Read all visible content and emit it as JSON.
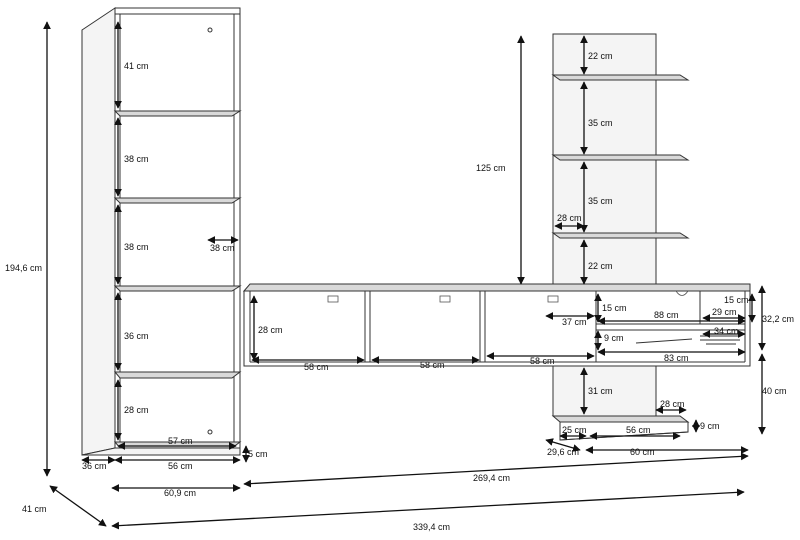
{
  "labels": {
    "h_41": "41 cm",
    "h_38a": "38 cm",
    "h_38b": "38 cm",
    "h_36": "36 cm",
    "h_28": "28 cm",
    "w_38": "38 cm",
    "w_57": "57 cm",
    "w_56_tall": "56 cm",
    "d_36": "36 cm",
    "h_5": "5 cm",
    "h_194": "194,6 cm",
    "w_60_9": "60,9 cm",
    "d_41": "41 cm",
    "w_339": "339,4 cm",
    "w_269": "269,4 cm",
    "h_125": "125 cm",
    "h_22a": "22 cm",
    "h_35a": "35 cm",
    "h_35b": "35 cm",
    "h_22b": "22 cm",
    "w_28_rack": "28 cm",
    "h_28_wall": "28 cm",
    "w_58a": "58 cm",
    "w_58b": "58 cm",
    "w_58c": "58 cm",
    "h_15a": "15 cm",
    "h_37": "37 cm",
    "w_88": "88 cm",
    "h_15b": "15 cm",
    "w_29": "29 cm",
    "h_9a": "9 cm",
    "w_34": "34 cm",
    "w_83": "83 cm",
    "h_32": "32,2 cm",
    "h_40": "40 cm",
    "h_31": "31 cm",
    "w_28_low": "28 cm",
    "h_9b": "9 cm",
    "w_25": "25 cm",
    "w_56_low": "56 cm",
    "d_29_6": "29,6 cm",
    "w_60": "60 cm"
  }
}
